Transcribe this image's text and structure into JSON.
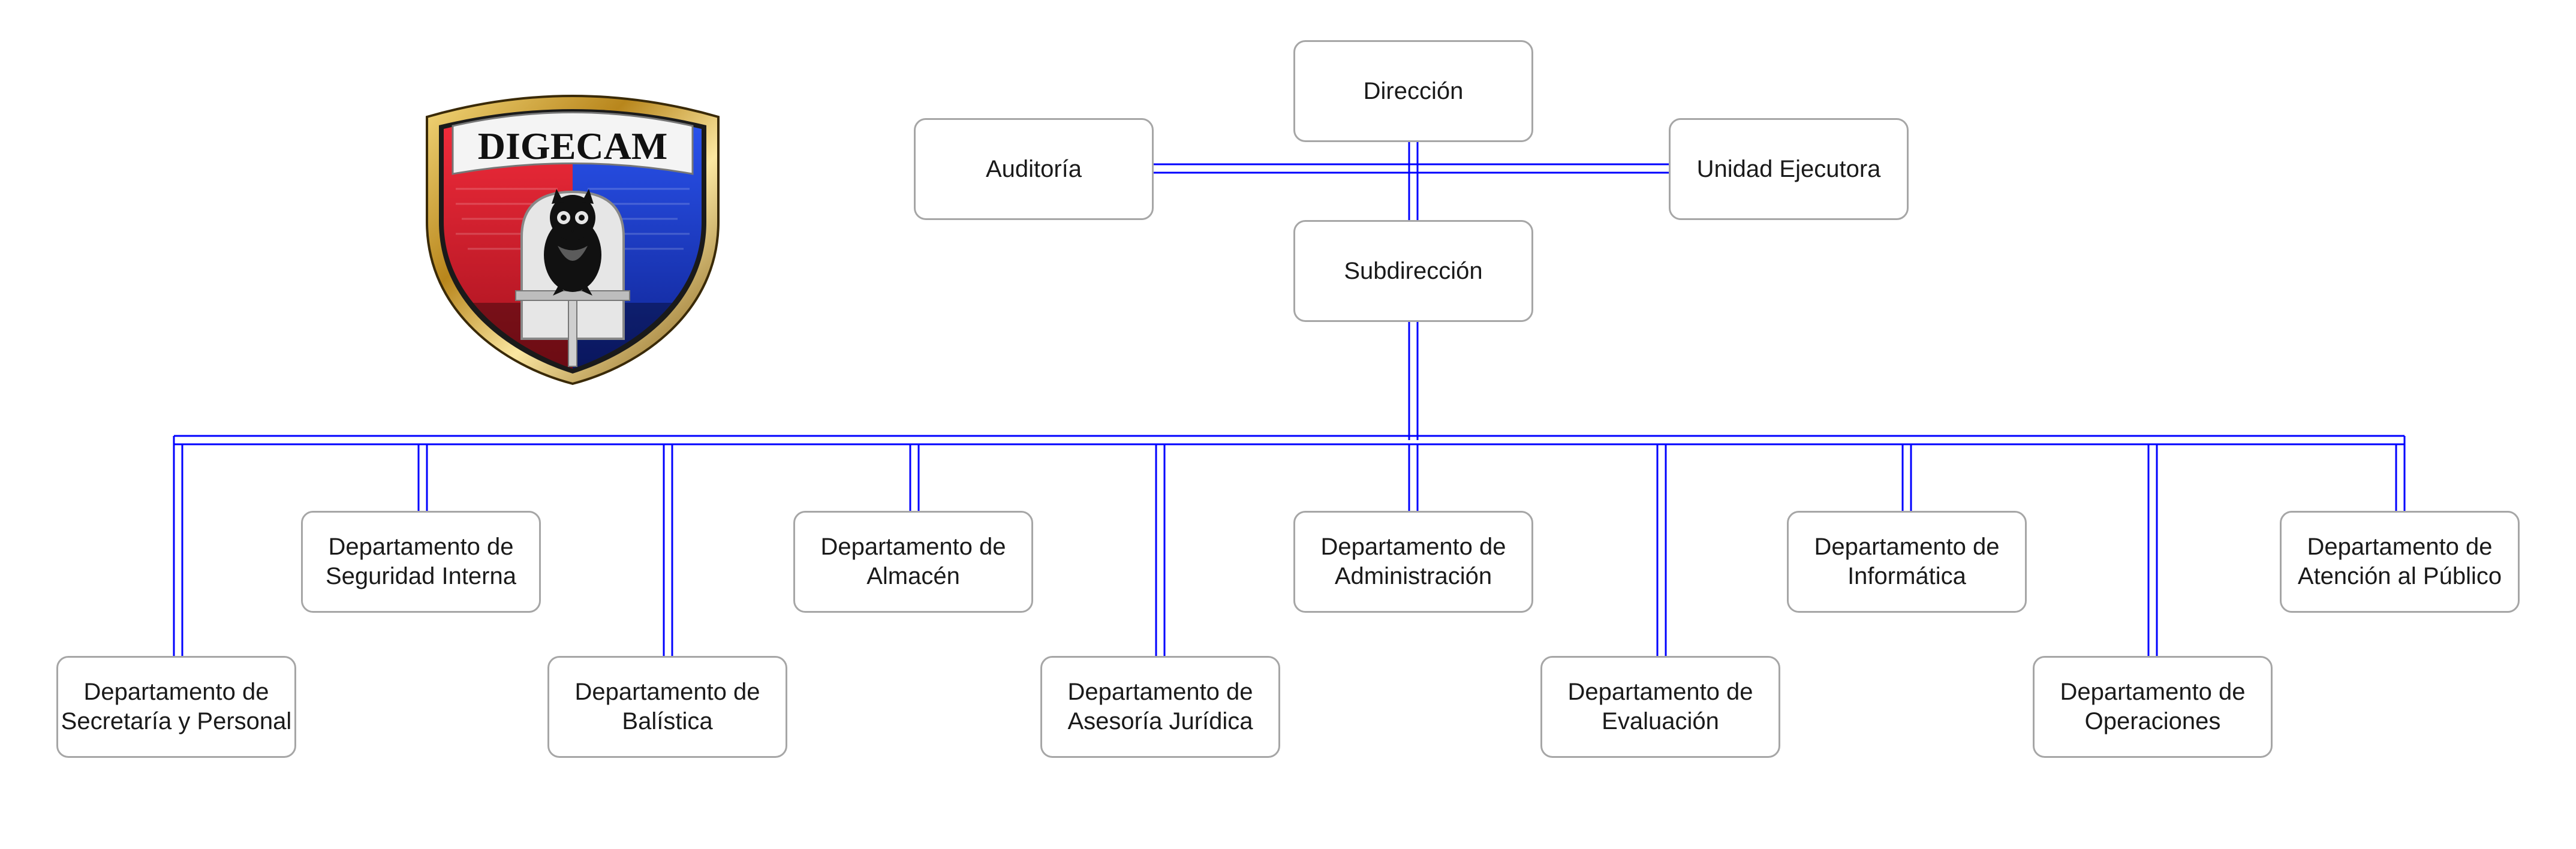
{
  "diagram": {
    "line_color": "#0000ff",
    "box_border_color": "#a6a6a6",
    "nodes": {
      "direccion": "Dirección",
      "auditoria": "Auditoría",
      "unidad_ejecutora": "Unidad Ejecutora",
      "subdireccion": "Subdirección",
      "secretaria": "Departamento de\nSecretaría y Personal",
      "seguridad": "Departamento de\nSeguridad Interna",
      "balistica": "Departamento de\nBalística",
      "almacen": "Departamento de\nAlmacén",
      "juridica": "Departamento de\nAsesoría Jurídica",
      "administracion": "Departamento de\nAdministración",
      "evaluacion": "Departamento de\nEvaluación",
      "informatica": "Departamento de\nInformática",
      "operaciones": "Departamento de\nOperaciones",
      "atencion": "Departamento de\nAtención al Público"
    }
  },
  "logo": {
    "text": "DIGECAM",
    "icon": "owl-shield-icon",
    "colors": {
      "gold": "#c9a227",
      "red": "#d0192b",
      "blue": "#1a3ec9"
    }
  }
}
